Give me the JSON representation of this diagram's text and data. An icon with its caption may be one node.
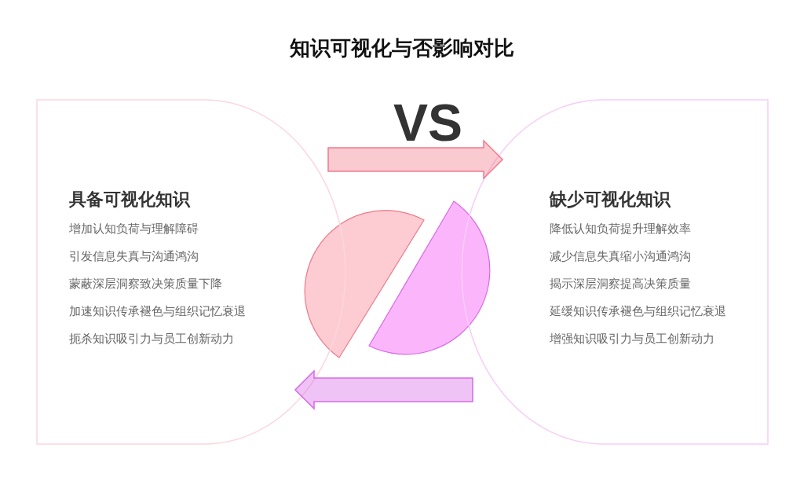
{
  "diagram": {
    "title": "知识可视化与否影响对比",
    "nodes": [
      {
        "text": [
          "具备可视化知识",
          "增加认知负荷与理解障碍",
          "引发信息失真与沟通鸿沟",
          "蒙蔽深层洞察致决策质量下降",
          "加速知识传承褪色与组织记忆衰退",
          "扼杀知识吸引力与员工创新动力"
        ]
      },
      {
        "text": [
          "缺少可视化知识",
          "降低认知负荷提升理解效率",
          "减少信息失真缩小沟通鸿沟",
          "揭示深层洞察提高决策质量",
          "延缓知识传承褪色与组织记忆衰退",
          "增强知识吸引力与员工创新动力"
        ]
      }
    ],
    "edges": [
      {
        "from": 0,
        "to": 1,
        "arrow": "to",
        "style": "thick",
        "color": "#f27a8c"
      },
      {
        "from": 1,
        "to": 0,
        "arrow": "to",
        "style": "thick",
        "color": "#d66ae6"
      }
    ],
    "labels": [
      "VS"
    ]
  }
}
